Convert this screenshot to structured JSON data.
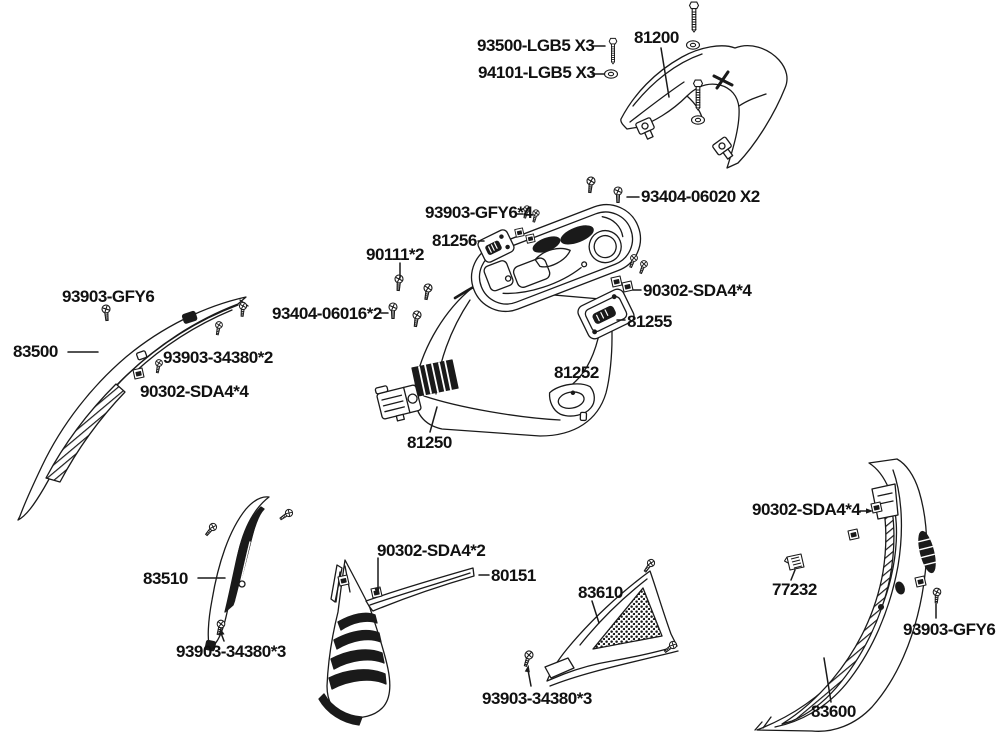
{
  "colors": {
    "background": "#ffffff",
    "ink": "#1a1a1a"
  },
  "icon_types": [
    "screw-icon",
    "bolt-icon",
    "washer-icon",
    "clip-icon"
  ],
  "labels": [
    {
      "text": "93500-LGB5 X3"
    },
    {
      "text": "94101-LGB5 X3"
    },
    {
      "text": "81200"
    },
    {
      "text": "93404-06020 X2"
    },
    {
      "text": "93903-GFY6*4"
    },
    {
      "text": "81256"
    },
    {
      "text": "90111*2"
    },
    {
      "text": "90302-SDA4*4"
    },
    {
      "text": "93404-06016*2"
    },
    {
      "text": "81255"
    },
    {
      "text": "93903-GFY6"
    },
    {
      "text": "83500"
    },
    {
      "text": "93903-34380*2"
    },
    {
      "text": "90302-SDA4*4"
    },
    {
      "text": "81252"
    },
    {
      "text": "81250"
    },
    {
      "text": "90302-SDA4*2"
    },
    {
      "text": "80151"
    },
    {
      "text": "83510"
    },
    {
      "text": "83610"
    },
    {
      "text": "90302-SDA4*4"
    },
    {
      "text": "77232"
    },
    {
      "text": "93903-34380*3"
    },
    {
      "text": "93903-34380*3"
    },
    {
      "text": "93903-GFY6"
    },
    {
      "text": "83600"
    }
  ]
}
